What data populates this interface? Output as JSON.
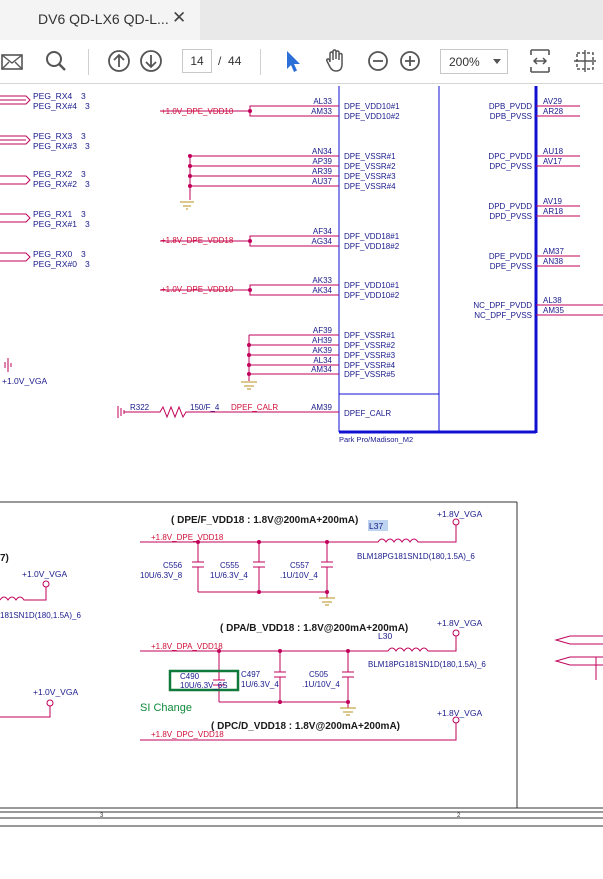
{
  "tab": {
    "title": "DV6 QD-LX6 QD-L...",
    "close": "✕"
  },
  "toolbar": {
    "page_current": "14",
    "page_sep": "/",
    "page_total": "44",
    "zoom": "200%"
  },
  "schematic": {
    "left_nets": [
      {
        "p": "PEG_RX4",
        "p_num": "3",
        "n": "PEG_RX#4",
        "n_num": "3"
      },
      {
        "p": "PEG_RX3",
        "p_num": "3",
        "n": "PEG_RX#3",
        "n_num": "3"
      },
      {
        "p": "PEG_RX2",
        "p_num": "3",
        "n": "PEG_RX#2",
        "n_num": "3"
      },
      {
        "p": "PEG_RX1",
        "p_num": "3",
        "n": "PEG_RX#1",
        "n_num": "3"
      },
      {
        "p": "PEG_RX0",
        "p_num": "3",
        "n": "PEG_RX#0",
        "n_num": "3"
      }
    ],
    "left_power": "+1.0V_VGA",
    "pins": [
      {
        "ball": "AL33",
        "name": "DPE_VDD10#1"
      },
      {
        "ball": "AM33",
        "name": "DPE_VDD10#2"
      },
      {
        "ball": "AN34",
        "name": "DPE_VSSR#1"
      },
      {
        "ball": "AP39",
        "name": "DPE_VSSR#2"
      },
      {
        "ball": "AR39",
        "name": "DPE_VSSR#3"
      },
      {
        "ball": "AU37",
        "name": "DPE_VSSR#4"
      },
      {
        "ball": "AF34",
        "name": "DPF_VDD18#1"
      },
      {
        "ball": "AG34",
        "name": "DPF_VDD18#2"
      },
      {
        "ball": "AK33",
        "name": "DPF_VDD10#1"
      },
      {
        "ball": "AK34",
        "name": "DPF_VDD10#2"
      },
      {
        "ball": "AF39",
        "name": "DPF_VSSR#1"
      },
      {
        "ball": "AH39",
        "name": "DPF_VSSR#2"
      },
      {
        "ball": "AK39",
        "name": "DPF_VSSR#3"
      },
      {
        "ball": "AL34",
        "name": "DPF_VSSR#4"
      },
      {
        "ball": "AM34",
        "name": "DPF_VSSR#5"
      },
      {
        "ball": "AM39",
        "name": "DPEF_CALR"
      }
    ],
    "pin_nets": {
      "dpe_vdd10": "+1.0V_DPE_VDD10",
      "dpf_vdd18": "+1.8V_DPE_VDD18",
      "dpf_vdd10": "+1.0V_DPE_VDD10"
    },
    "resistor": {
      "ref": "R322",
      "value": "150/F_4",
      "net": "DPEF_CALR"
    },
    "right_pins": [
      {
        "name": "DPB_PVDD",
        "ball": "AV29"
      },
      {
        "name": "DPB_PVSS",
        "ball": "AR28"
      },
      {
        "name": "DPC_PVDD",
        "ball": "AU18"
      },
      {
        "name": "DPC_PVSS",
        "ball": "AV17"
      },
      {
        "name": "DPD_PVDD",
        "ball": "AV19"
      },
      {
        "name": "DPD_PVSS",
        "ball": "AR18"
      },
      {
        "name": "DPE_PVDD",
        "ball": "AM37"
      },
      {
        "name": "DPE_PVSS",
        "ball": "AN38"
      },
      {
        "name": "NC_DPF_PVDD",
        "ball": "AL38"
      },
      {
        "name": "NC_DPF_PVSS",
        "ball": "AM35"
      }
    ],
    "chip_label": "Park Pro/Madison_M2",
    "sections": [
      {
        "title": "( DPE/F_VDD18 : 1.8V@200mA+200mA)",
        "net": "+1.8V_DPE_VDD18",
        "vga": "+1.8V_VGA",
        "ind_ref": "L37",
        "ind_val": "BLM18PG181SN1D(180,1.5A)_6"
      },
      {
        "title": "( DPA/B_VDD18 : 1.8V@200mA+200mA)",
        "net": "+1.8V_DPA_VDD18",
        "vga": "+1.8V_VGA",
        "ind_ref": "L30",
        "ind_val": "BLM18PG181SN1D(180,1.5A)_6"
      },
      {
        "title": "( DPC/D_VDD18 : 1.8V@200mA+200mA)",
        "net": "+1.8V_DPC_VDD18",
        "vga": "+1.8V_VGA"
      }
    ],
    "caps": [
      {
        "ref": "C556",
        "val": "10U/6.3V_8"
      },
      {
        "ref": "C555",
        "val": "1U/6.3V_4"
      },
      {
        "ref": "C557",
        "val": ".1U/10V_4"
      },
      {
        "ref": "C490",
        "val": "10U/6.3V_6S"
      },
      {
        "ref": "C497",
        "val": "1U/6.3V_4"
      },
      {
        "ref": "C505",
        "val": ".1U/10V_4"
      }
    ],
    "si_change": "SI Change",
    "left_block": {
      "frag": "7)",
      "power1": "+1.0V_VGA",
      "ind_frag": "181SN1D(180,1.5A)_6",
      "power2": "+1.0V_VGA"
    },
    "grid": {
      "c3": "3",
      "c2": "2"
    }
  },
  "colors": {
    "wire": "#c0005a",
    "net": "#d0103a",
    "text": "#1a1a8c",
    "chip": "#1010d0",
    "ground": "#b8901a",
    "si": "#0f8a3a"
  }
}
